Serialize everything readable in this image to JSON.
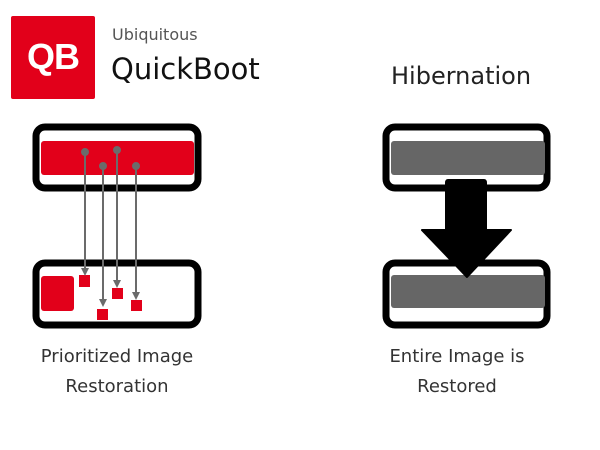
{
  "logo": {
    "mark": "QB",
    "tagline": "Ubiquitous",
    "name": "QuickBoot"
  },
  "right_title": "Hibernation",
  "left_caption": [
    "Prioritized Image",
    "Restoration"
  ],
  "right_caption": [
    "Entire Image is",
    "Restored"
  ],
  "colors": {
    "accent": "#e2001a",
    "gray": "#666666",
    "arrow": "#6b6b6b"
  }
}
